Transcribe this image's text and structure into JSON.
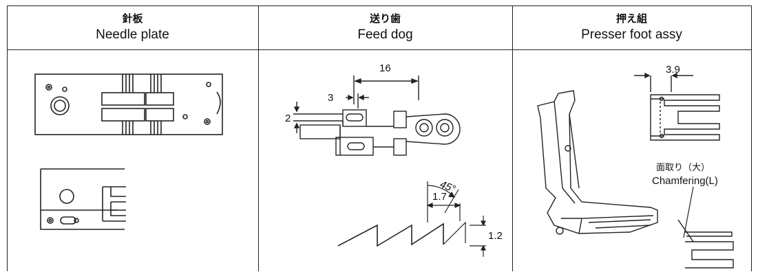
{
  "columns": [
    {
      "jp": "針板",
      "en": "Needle plate"
    },
    {
      "jp": "送り歯",
      "en": "Feed dog"
    },
    {
      "jp": "押え組",
      "en": "Presser foot assy"
    }
  ],
  "feed_dog": {
    "dim_16": "16",
    "dim_3": "3",
    "dim_2": "2",
    "dim_angle": "45°",
    "dim_17": "1.7",
    "dim_12": "1.2"
  },
  "presser_foot": {
    "dim_39": "3.9",
    "chamfer_jp": "面取り（大）",
    "chamfer_en": "Chamfering(L)"
  }
}
